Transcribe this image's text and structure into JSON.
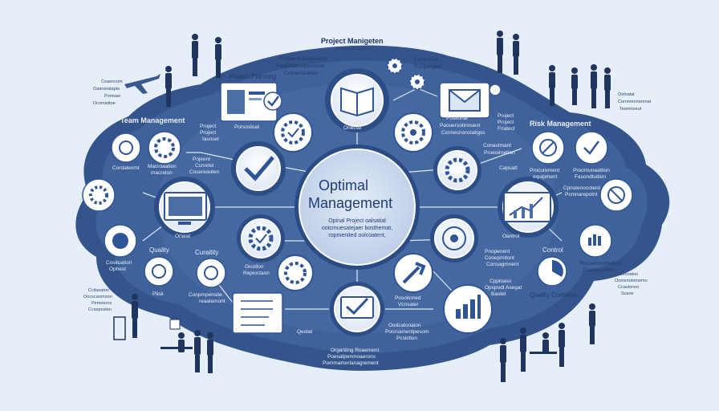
{
  "title": "Project Manigeten",
  "title_sub": "Gaoy faorneagotin",
  "center": {
    "line1": "Optimal",
    "line2": "Management",
    "sub1": "Opinal Project oalsatial",
    "sub2": "ootcmuesatejaer bosthemat,",
    "sub3": "ropmenited oolcoatent,"
  },
  "sections": {
    "team": "Team Management",
    "risk": "Risk Management",
    "project_planning": "Project Planning",
    "quality": "Quality",
    "control": "Control",
    "quality_control": "Quality Contition"
  },
  "labels": {
    "pm_a": "Project management",
    "pm_b": "Paojreattemperemon",
    "pm_c": "Coinensbaetel",
    "top_right_a": "Famonbot",
    "top_right_b": "Ponpesgeel",
    "team_sub_a": "Project",
    "team_sub_b": "Project",
    "team_sub_c": "Iasnsel",
    "proroect": "Porsostoat",
    "oriocial": "Oriecial",
    "positional_a": "Posltonal",
    "positional_b": "Paouersotinnuest",
    "positional_c": "Ccnnecnonslatigss",
    "risk_sub_a": "Project",
    "risk_sub_b": "Project",
    "risk_sub_c": "Fnatect",
    "cordalenmt": "Cordalenmt",
    "macroaation_a": "Macroaation",
    "macroaation_b": "macrelon",
    "pojeent_a": "Pojeent",
    "pojeent_b": "Ccnoitel",
    "pojeent_c": "Cosereaoten",
    "cost_a": "Conastmant",
    "cost_b": "Proeoiroetion",
    "cost_c": "Capuatt",
    "procurement": "Procurement",
    "procurement_b": "equipment",
    "proctionaction_a": "Proomunaattion",
    "proctionaction_b": "Fasondtuition",
    "risk_r_a": "Cpnstenocoterd",
    "risk_r_b": "Pcmnarepotnt",
    "oriiat": "Orlaiat",
    "curatity": "Curaitity",
    "plisk": "Plisk",
    "cosituation_a": "Cosituation",
    "cosituation_b": "Ophest",
    "gicollon_a": "Gicollon",
    "gicollon_b": "Repioctaon",
    "compomenate_a": "Conpmpensite",
    "compomenate_b": "reaalemont",
    "oantrol": "Oantrol",
    "procent_a": "Pnopenent",
    "procent_b": "Cooepmitont",
    "procent_c": "Consagmnent",
    "rcarmmadient_a": "Recoommmadient",
    "rcarmmadient_b": "Ehaaguemoo",
    "optical_a": "Cpploass",
    "optical_b": "Opspodt Asegat",
    "optical_c": "Bastet",
    "posotoned_a": "Posoitoned",
    "posotoned_b": "Vcnsatel",
    "qarlat": "Qeolat",
    "oodcaionaion_a": "Oodcatonaion",
    "oodcaionaion_b": "Poorsamentpesom",
    "oodcaionaion_c": "Pcsistion",
    "bottom_a": "Organting Roaement",
    "bottom_b": "Poesatpenmoaerons",
    "bottom_c": "Pommamorlanagrement",
    "left_notes_a": "Coaeocom",
    "left_notes_b": "Oaarseatapia",
    "left_notes_c": "Pomsae",
    "left_notes_d": "Ocomisttoe",
    "left_low_a": "Ccilaoaton",
    "left_low_b": "Oocscarenoon",
    "left_low_c": "Pemeeors",
    "left_low_d": "Ccseposten",
    "right_top_a": "Oolnatal",
    "right_top_b": "Cornmeonorenat",
    "right_top_c": "Teamnoeut",
    "right_low_a": "Coinnioaton",
    "right_low_b": "Oomsnotomemo",
    "right_low_c": "Ccaolonon",
    "right_low_d": "Scaoe"
  },
  "colors": {
    "background": "#e6eef7",
    "blob": "#3a5a8f",
    "blob_dark": "#2c4a7c",
    "inner": "#4b6ea5",
    "node_light": "#f4f7fc",
    "accent": "#2f5596",
    "center_fill": "#d7e3f3"
  },
  "icons": {
    "center": "document-icon",
    "book": "open-book-icon",
    "mail": "envelope-icon",
    "check": "check-icon",
    "gear": "gear-icon",
    "chart": "bar-chart-icon",
    "monitor": "monitor-icon",
    "clipboard": "clipboard-icon",
    "people": "people-icon",
    "airplane": "airplane-icon"
  }
}
